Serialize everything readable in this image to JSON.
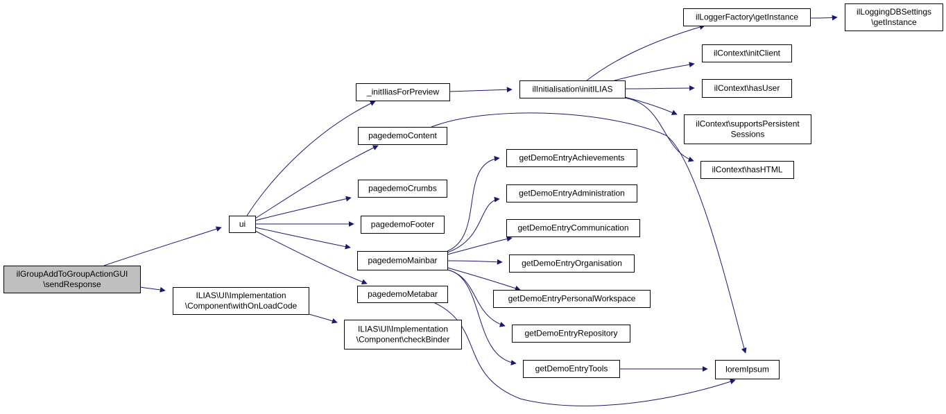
{
  "graph": {
    "title": "",
    "colors": {
      "edge": "#191970",
      "root_fill": "#bfbfbf",
      "node_fill": "#ffffff",
      "node_stroke": "#000000"
    },
    "nodes": [
      {
        "id": "root",
        "lines": [
          "ilGroupAddToGroupActionGUI",
          "\\sendResponse"
        ],
        "highlight": true
      },
      {
        "id": "ui",
        "lines": [
          "ui"
        ]
      },
      {
        "id": "withOnLoadCode",
        "lines": [
          "ILIAS\\UI\\Implementation",
          "\\Component\\withOnLoadCode"
        ]
      },
      {
        "id": "checkBinder",
        "lines": [
          "ILIAS\\UI\\Implementation",
          "\\Component\\checkBinder"
        ]
      },
      {
        "id": "initIliasForPreview",
        "lines": [
          "_initIliasForPreview"
        ]
      },
      {
        "id": "pagedemoContent",
        "lines": [
          "pagedemoContent"
        ]
      },
      {
        "id": "pagedemoCrumbs",
        "lines": [
          "pagedemoCrumbs"
        ]
      },
      {
        "id": "pagedemoFooter",
        "lines": [
          "pagedemoFooter"
        ]
      },
      {
        "id": "pagedemoMainbar",
        "lines": [
          "pagedemoMainbar"
        ]
      },
      {
        "id": "pagedemoMetabar",
        "lines": [
          "pagedemoMetabar"
        ]
      },
      {
        "id": "initILIAS",
        "lines": [
          "ilInitialisation\\initILIAS"
        ]
      },
      {
        "id": "loggerFactory",
        "lines": [
          "ilLoggerFactory\\getInstance"
        ]
      },
      {
        "id": "loggingDB",
        "lines": [
          "ilLoggingDBSettings",
          "\\getInstance"
        ]
      },
      {
        "id": "initClient",
        "lines": [
          "ilContext\\initClient"
        ]
      },
      {
        "id": "hasUser",
        "lines": [
          "ilContext\\hasUser"
        ]
      },
      {
        "id": "supportsPersistent",
        "lines": [
          "ilContext\\supportsPersistent",
          "Sessions"
        ]
      },
      {
        "id": "hasHTML",
        "lines": [
          "ilContext\\hasHTML"
        ]
      },
      {
        "id": "achievements",
        "lines": [
          "getDemoEntryAchievements"
        ]
      },
      {
        "id": "administration",
        "lines": [
          "getDemoEntryAdministration"
        ]
      },
      {
        "id": "communication",
        "lines": [
          "getDemoEntryCommunication"
        ]
      },
      {
        "id": "organisation",
        "lines": [
          "getDemoEntryOrganisation"
        ]
      },
      {
        "id": "personalWorkspace",
        "lines": [
          "getDemoEntryPersonalWorkspace"
        ]
      },
      {
        "id": "repository",
        "lines": [
          "getDemoEntryRepository"
        ]
      },
      {
        "id": "tools",
        "lines": [
          "getDemoEntryTools"
        ]
      },
      {
        "id": "loremIpsum",
        "lines": [
          "loremIpsum"
        ]
      }
    ],
    "edges": [
      {
        "from": "root",
        "to": "ui"
      },
      {
        "from": "root",
        "to": "withOnLoadCode"
      },
      {
        "from": "withOnLoadCode",
        "to": "checkBinder"
      },
      {
        "from": "ui",
        "to": "initIliasForPreview"
      },
      {
        "from": "ui",
        "to": "pagedemoContent"
      },
      {
        "from": "ui",
        "to": "pagedemoCrumbs"
      },
      {
        "from": "ui",
        "to": "pagedemoFooter"
      },
      {
        "from": "ui",
        "to": "pagedemoMainbar"
      },
      {
        "from": "ui",
        "to": "pagedemoMetabar"
      },
      {
        "from": "initIliasForPreview",
        "to": "initILIAS"
      },
      {
        "from": "initILIAS",
        "to": "loggerFactory"
      },
      {
        "from": "loggerFactory",
        "to": "loggingDB"
      },
      {
        "from": "initILIAS",
        "to": "initClient"
      },
      {
        "from": "initILIAS",
        "to": "hasUser"
      },
      {
        "from": "initILIAS",
        "to": "supportsPersistent"
      },
      {
        "from": "initILIAS",
        "to": "hasHTML"
      },
      {
        "from": "pagedemoContent",
        "to": "loremIpsum"
      },
      {
        "from": "pagedemoMainbar",
        "to": "achievements"
      },
      {
        "from": "pagedemoMainbar",
        "to": "administration"
      },
      {
        "from": "pagedemoMainbar",
        "to": "communication"
      },
      {
        "from": "pagedemoMainbar",
        "to": "organisation"
      },
      {
        "from": "pagedemoMainbar",
        "to": "personalWorkspace"
      },
      {
        "from": "pagedemoMainbar",
        "to": "repository"
      },
      {
        "from": "pagedemoMainbar",
        "to": "tools"
      },
      {
        "from": "tools",
        "to": "loremIpsum"
      },
      {
        "from": "pagedemoMetabar",
        "to": "loremIpsum"
      }
    ]
  }
}
